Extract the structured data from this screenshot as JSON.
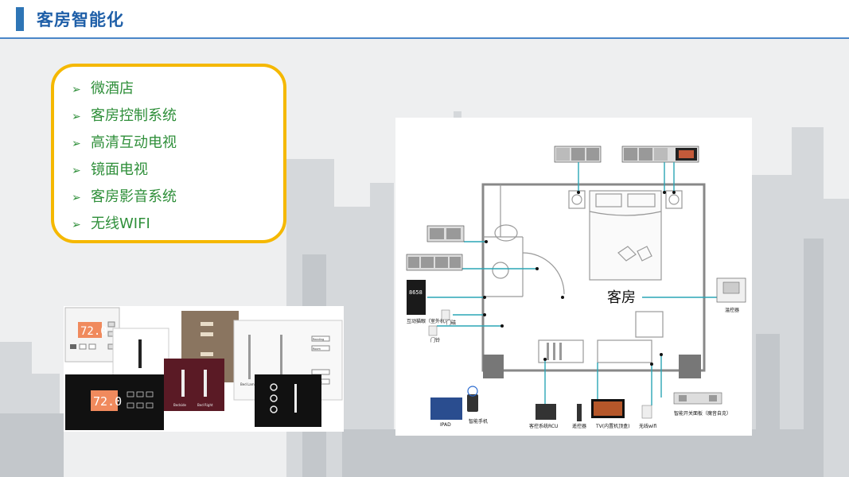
{
  "header": {
    "title": "客房智能化"
  },
  "features": [
    "微酒店",
    "客房控制系统",
    "高清互动电视",
    "镜面电视",
    "客房影音系统",
    "无线WIFI"
  ],
  "products": {
    "thermostat_reading": "72.0",
    "panel_labels": [
      "Evening Present",
      "Bedside",
      "Bed Right",
      "Bed Lamp",
      "Reading",
      "Room",
      "Master"
    ]
  },
  "plan": {
    "room_label": "客房",
    "keypad_reading": "8658",
    "labels": {
      "thermostat": "温控器",
      "door_bell": "门铃",
      "door_magnet": "门磁",
      "doorbell_unit": "互动猫眼（室外机）",
      "ipad": "IPAD",
      "phone": "智能手机",
      "rcu": "客控系统RCU",
      "remote": "遥控器",
      "tv": "TV(内置机顶盒)",
      "wifi": "无线wifi",
      "panel": "智能开关面板（魔音自克）"
    }
  },
  "colors": {
    "accent": "#2e75b6",
    "highlight": "#f5b800",
    "list_text": "#2f8f3a",
    "connector": "#2aa6b5"
  }
}
